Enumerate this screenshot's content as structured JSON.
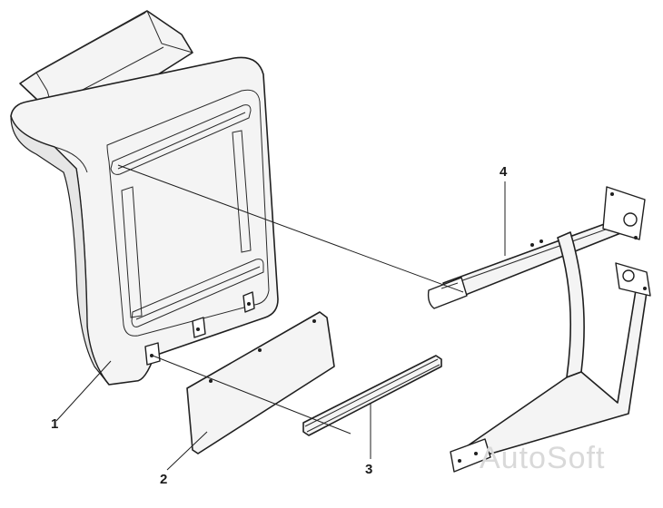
{
  "callouts": [
    {
      "id": "1",
      "label": "1"
    },
    {
      "id": "2",
      "label": "2"
    },
    {
      "id": "3",
      "label": "3"
    },
    {
      "id": "4",
      "label": "4"
    }
  ],
  "watermark": "AutoSoft",
  "colors": {
    "line": "#1f1f1f",
    "fill": "#f4f4f4",
    "watermark": "#d9d9d9",
    "background": "#ffffff"
  }
}
